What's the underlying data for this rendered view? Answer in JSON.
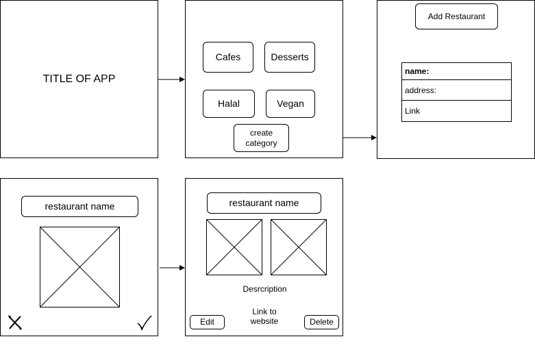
{
  "screen1": {
    "title": "TITLE OF APP"
  },
  "screen2": {
    "categories": [
      "Cafes",
      "Desserts",
      "Halal",
      "Vegan"
    ],
    "create_label": "create category"
  },
  "screen3": {
    "add_button": "Add Restaurant",
    "fields": [
      "name:",
      "address:",
      "Link"
    ]
  },
  "screen4": {
    "name_label": "restaurant name",
    "reject_icon": "x-icon",
    "accept_icon": "checkmark-icon"
  },
  "screen5": {
    "name_label": "restaurant name",
    "description": "Desrcription",
    "link": "Link to website",
    "edit_label": "Edit",
    "delete_label": "Delete"
  },
  "colors": {
    "stroke": "#000000",
    "background": "#ffffff"
  }
}
